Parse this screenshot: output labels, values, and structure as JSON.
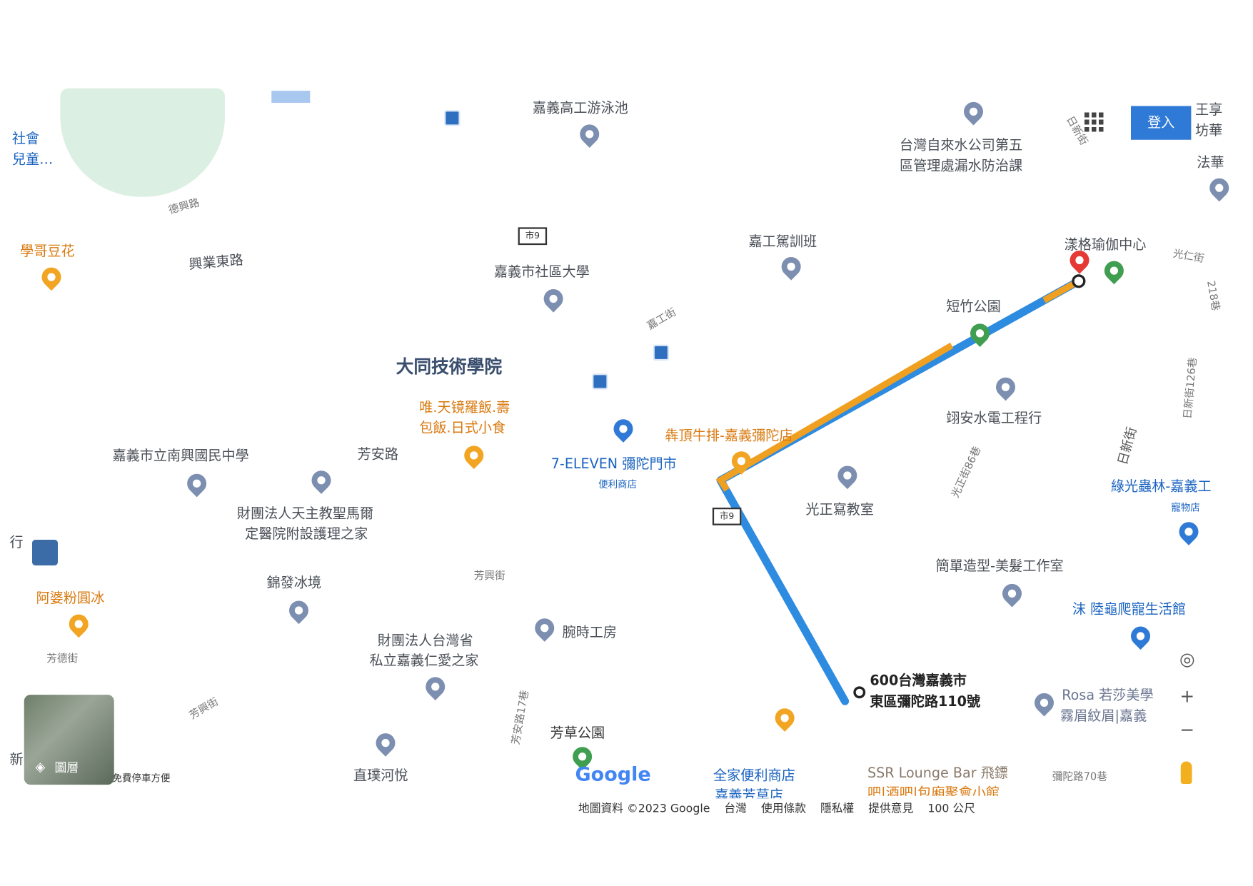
{
  "header": {
    "login_label": "登入",
    "apps_icon": "grid-icon"
  },
  "labels": {
    "social": "社會",
    "children": "兒童…",
    "dexing": "德興路",
    "xingye_east": "興業東路",
    "xuege": "學哥豆花",
    "pool": "嘉義高工游泳池",
    "water1": "台灣自來水公司第五",
    "water2": "區管理處漏水防治課",
    "rixin_top": "日新街",
    "wangxiang": "王享",
    "fanghua": "坊華",
    "fahua": "法華",
    "shi9": "市9",
    "community_college": "嘉義市社區大學",
    "driving": "嘉工駕訓班",
    "yoga": "漾格瑜伽中心",
    "guangren": "光仁街",
    "lane218": "218巷",
    "duanzhu": "短竹公園",
    "jiagong": "嘉工街",
    "datong": "大同技術學院",
    "tianjing1": "唯.天镜羅飯.壽",
    "tianjing2": "包飯.日式小食",
    "seven": "7-ELEVEN 彌陀門市",
    "seven_cat": "便利商店",
    "steak": "犇頂牛排-嘉義彌陀店",
    "yian": "翊安水電工程行",
    "rixin126": "日新街126巷",
    "rixin_mid": "日新街",
    "guangzheng86": "光正街86巷",
    "guangzheng_class": "光正寫教室",
    "greenbug": "綠光蟲林-嘉義工",
    "greenbug_cat": "寵物店",
    "nanxing": "嘉義市立南興國民中學",
    "fangan": "芳安路",
    "catholic1": "財團法人天主教聖馬爾",
    "catholic2": "定醫院附設護理之家",
    "hang": "行",
    "jinfa": "錦發冰境",
    "fangxing": "芳興街",
    "apo": "阿婆粉圓冰",
    "fangde": "芳德街",
    "simple": "簡單造型-美髮工作室",
    "tortoise": "沫 陸龜爬寵生活館",
    "wanshi": "腕時工房",
    "renai1": "財團法人台灣省",
    "renai2": "私立嘉義仁愛之家",
    "dest1": "600台灣嘉義市",
    "dest2": "東區彌陀路110號",
    "rosa1": "Rosa 若莎美學",
    "rosa2": "霧眉紋眉|嘉義",
    "fangan17": "芳安路17巷",
    "fangcao": "芳草公園",
    "family": "全家便利商店",
    "family_branch": "嘉義芳草店",
    "ssr1": "SSR Lounge Bar 飛鏢",
    "ssr2": "吧|酒吧|包廂聚會小館",
    "mituo70": "彌陀路70巷",
    "fangxing2": "芳興街",
    "zhipu": "直璞河悅",
    "xin": "新",
    "parking": "免費停車方便"
  },
  "layers": {
    "label": "圖層"
  },
  "google_logo": "Google",
  "footer": {
    "map_data": "地圖資料 ©2023 Google",
    "region": "台灣",
    "terms": "使用條款",
    "privacy": "隱私權",
    "feedback": "提供意見",
    "scale": "100 公尺"
  },
  "route": {
    "colors": {
      "primary": "#2d8be0",
      "traffic": "#f0a020"
    }
  },
  "colors": {
    "park": "#dcefe3",
    "login": "#2f7ad6"
  }
}
